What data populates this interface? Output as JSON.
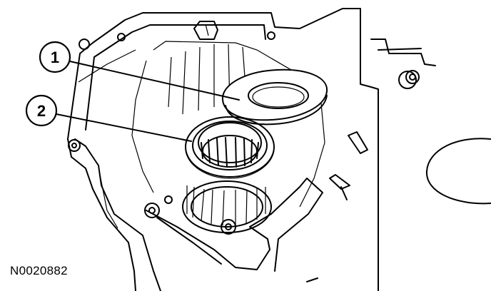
{
  "figure": {
    "callouts": [
      {
        "label": "1",
        "part": "thrust-washer"
      },
      {
        "label": "2",
        "part": "bearing"
      }
    ],
    "figure_id": "N0020882"
  }
}
